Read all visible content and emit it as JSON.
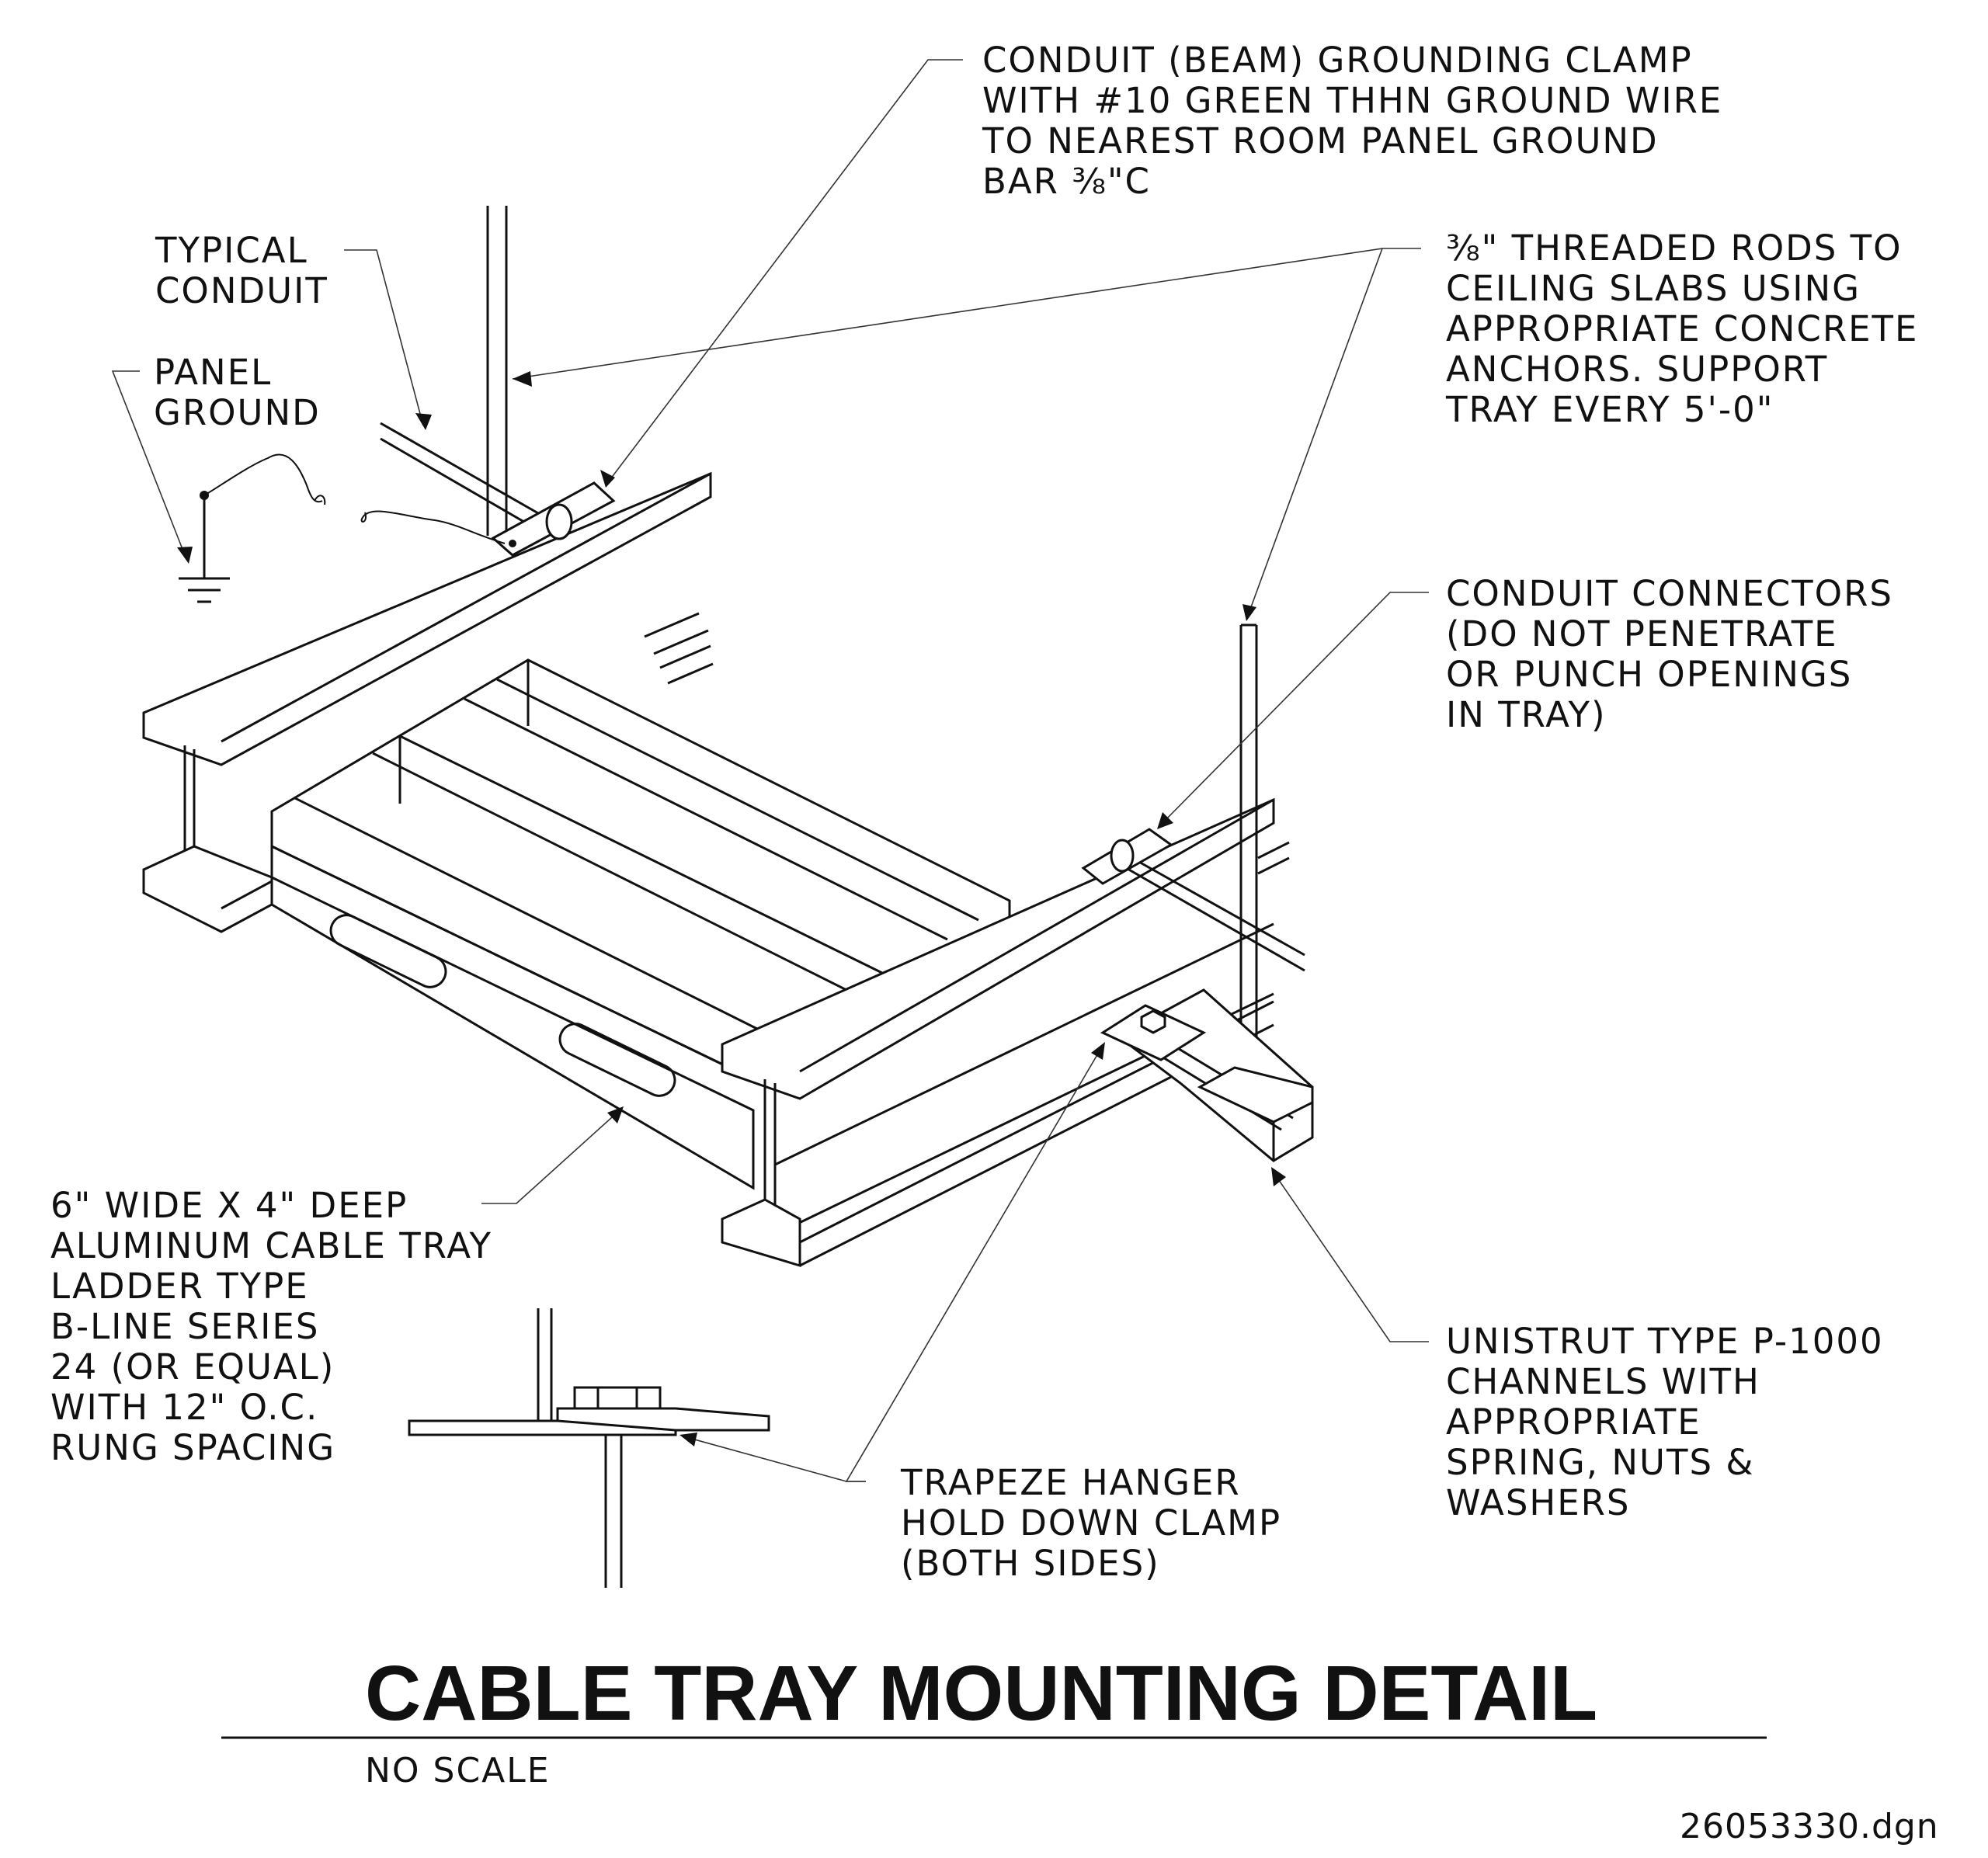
{
  "callouts": {
    "grounding_clamp": [
      "CONDUIT (BEAM) GROUNDING CLAMP",
      "WITH #10 GREEN THHN GROUND WIRE",
      "TO NEAREST ROOM PANEL GROUND",
      "BAR ⅜\"C"
    ],
    "typical_conduit": [
      "TYPICAL",
      "CONDUIT"
    ],
    "panel_ground": [
      "PANEL",
      "GROUND"
    ],
    "threaded_rods": [
      "⅜\" THREADED RODS TO",
      "CEILING SLABS USING",
      "APPROPRIATE CONCRETE",
      "ANCHORS. SUPPORT",
      "TRAY EVERY 5'-0\""
    ],
    "conduit_connectors": [
      "CONDUIT CONNECTORS",
      "(DO NOT PENETRATE",
      "OR PUNCH OPENINGS",
      "IN TRAY)"
    ],
    "cable_tray": [
      "6\" WIDE X 4\" DEEP",
      "ALUMINUM CABLE TRAY",
      "LADDER TYPE",
      "B-LINE SERIES",
      "24 (OR EQUAL)",
      "WITH 12\" O.C.",
      "RUNG SPACING"
    ],
    "unistrut": [
      "UNISTRUT TYPE P-1000",
      "CHANNELS WITH",
      "APPROPRIATE",
      "SPRING, NUTS &",
      "WASHERS"
    ],
    "hold_down_clamp": [
      "TRAPEZE HANGER",
      "HOLD DOWN CLAMP",
      "(BOTH SIDES)"
    ]
  },
  "title": "CABLE TRAY MOUNTING DETAIL",
  "scale_note": "NO SCALE",
  "file_name": "26053330.dgn"
}
